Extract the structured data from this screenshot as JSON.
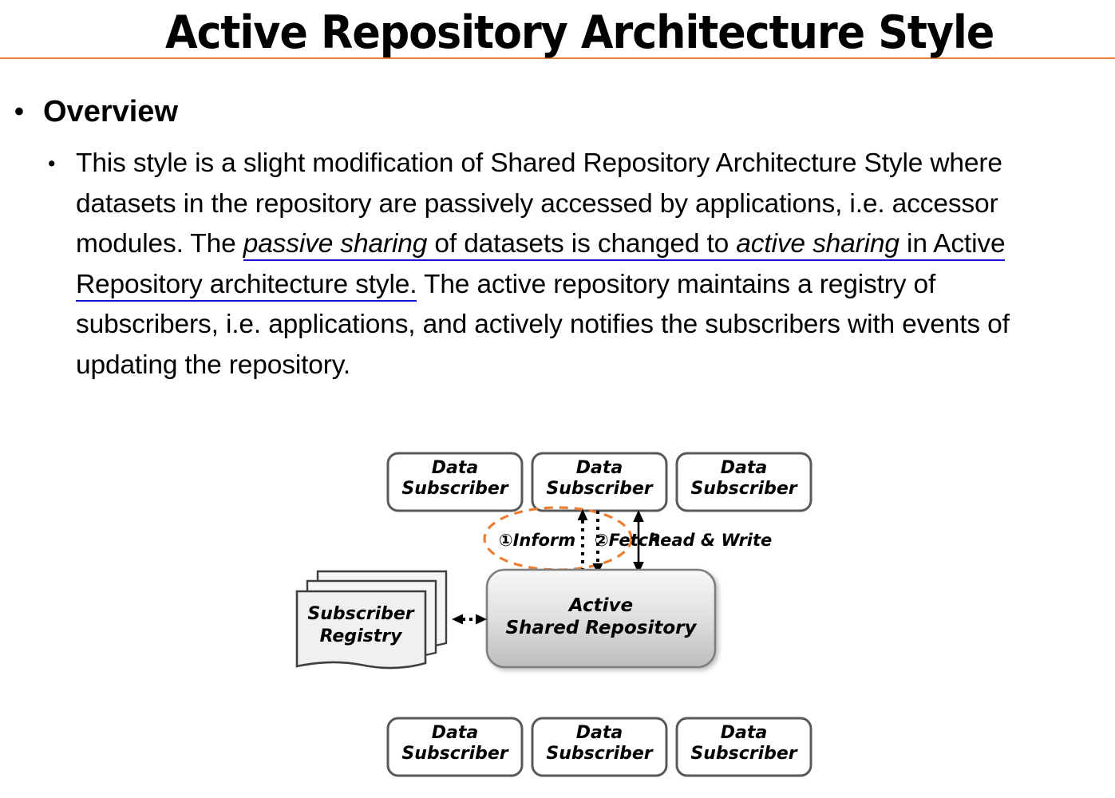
{
  "slide": {
    "title": "Active Repository Architecture Style",
    "rule_color": "#ED7D31"
  },
  "body": {
    "level1_bullet_glyph": "•",
    "level1_label": "Overview",
    "level2_bullet_glyph": "•",
    "paragraph": {
      "seg1": "This style is a slight modification of Shared Repository Architecture Style where datasets in the repository are passively accessed by applications, i.e. accessor modules. The ",
      "link_italic1": "passive sharing",
      "link_mid": " of datasets is changed to ",
      "link_italic2": "active sharing",
      "link_end": " in Active Repository architecture style.",
      "seg_last": " The active repository maintains a registry of subscribers, i.e. applications, and actively notifies the subscribers with events of updating the repository.",
      "link_color": "#1414D2"
    }
  },
  "diagram": {
    "colors": {
      "box_stroke": "#595959",
      "box_fill": "#FFFFFF",
      "repo_stroke": "#7F7F7F",
      "repo_fill_top": "#F5F5F5",
      "repo_fill_bottom": "#C2C2C2",
      "registry_stroke": "#3F3F3F",
      "registry_fill": "#F0F0F0",
      "ellipse_stroke": "#ED7D31",
      "arrow": "#000000",
      "text": "#000000"
    },
    "top_subscribers": [
      {
        "line1": "Data",
        "line2": "Subscriber"
      },
      {
        "line1": "Data",
        "line2": "Subscriber"
      },
      {
        "line1": "Data",
        "line2": "Subscriber"
      }
    ],
    "bottom_subscribers": [
      {
        "line1": "Data",
        "line2": "Subscriber"
      },
      {
        "line1": "Data",
        "line2": "Subscriber"
      },
      {
        "line1": "Data",
        "line2": "Subscriber"
      }
    ],
    "repository": {
      "line1": "Active",
      "line2": "Shared Repository"
    },
    "registry": {
      "line1": "Subscriber",
      "line2": "Registry"
    },
    "labels": {
      "inform": "①Inform",
      "fetch": "②Fetch",
      "read_write": "Read & Write"
    }
  }
}
